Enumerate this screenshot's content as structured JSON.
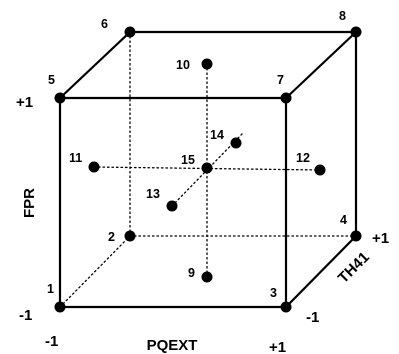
{
  "design": {
    "corner_points": [
      {
        "id": "1",
        "label": "1"
      },
      {
        "id": "2",
        "label": "2"
      },
      {
        "id": "3",
        "label": "3"
      },
      {
        "id": "4",
        "label": "4"
      },
      {
        "id": "5",
        "label": "5"
      },
      {
        "id": "6",
        "label": "6"
      },
      {
        "id": "7",
        "label": "7"
      },
      {
        "id": "8",
        "label": "8"
      }
    ],
    "axial_points": [
      {
        "id": "9",
        "label": "9"
      },
      {
        "id": "10",
        "label": "10"
      },
      {
        "id": "11",
        "label": "11"
      },
      {
        "id": "12",
        "label": "12"
      },
      {
        "id": "13",
        "label": "13"
      },
      {
        "id": "14",
        "label": "14"
      }
    ],
    "center_point": {
      "id": "15",
      "label": "15"
    }
  },
  "axes": {
    "x": {
      "name": "PQEXT",
      "low": "-1",
      "high": "+1"
    },
    "y": {
      "name": "FPR",
      "low": "-1",
      "high": "+1"
    },
    "z": {
      "name": "TH41",
      "low": "-1",
      "high": "+1"
    }
  }
}
